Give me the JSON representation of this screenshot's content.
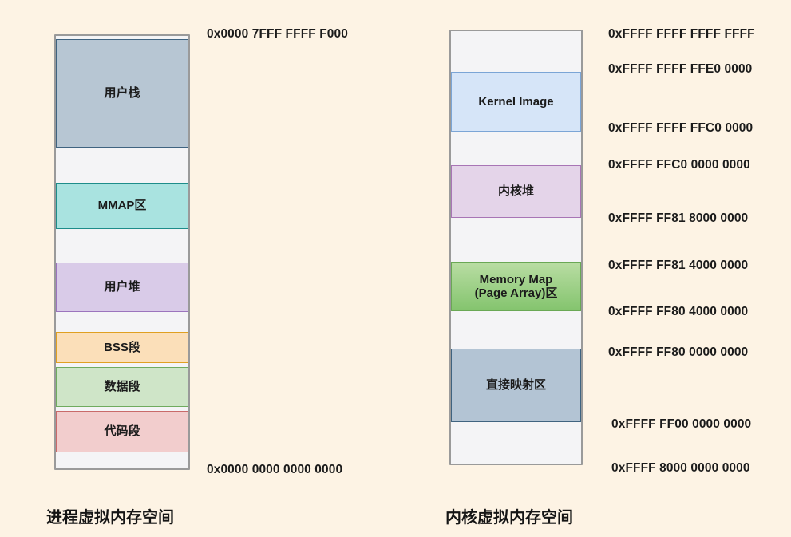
{
  "background_color": "#fdf3e4",
  "diagram": {
    "title_left": "进程虚拟内存空间",
    "title_right": "内核虚拟内存空间"
  },
  "process_space": {
    "caption": "进程虚拟内存空间",
    "top_address": "0x0000 7FFF FFFF F000",
    "bottom_address": "0x0000 0000 0000 0000",
    "regions": [
      {
        "label": "用户栈",
        "color": "#b7c6d3",
        "border": "#3f6380"
      },
      {
        "label": "",
        "color": "#f4f4f6",
        "border": "none"
      },
      {
        "label": "MMAP区",
        "color": "#a9e3e0",
        "border": "#1d8d8a"
      },
      {
        "label": "",
        "color": "#f4f4f6",
        "border": "none"
      },
      {
        "label": "用户堆",
        "color": "#d9cbe8",
        "border": "#9b74bd"
      },
      {
        "label": "BSS段",
        "color": "#fbdfb9",
        "border": "#e0a021"
      },
      {
        "label": "数据段",
        "color": "#cfe5c8",
        "border": "#6fab5f"
      },
      {
        "label": "代码段",
        "color": "#f2cdcd",
        "border": "#c96a6a"
      },
      {
        "label": "",
        "color": "#f4f4f6",
        "border": "none"
      }
    ]
  },
  "kernel_space": {
    "caption": "内核虚拟内存空间",
    "regions": [
      {
        "label": "",
        "color": "#f4f4f6",
        "border": "none"
      },
      {
        "label": "Kernel Image",
        "color": "#d6e5f8",
        "border": "#7ba5d6"
      },
      {
        "label": "",
        "color": "#f4f4f6",
        "border": "none"
      },
      {
        "label": "内核堆",
        "color": "#e4d4e9",
        "border": "#a875b5"
      },
      {
        "label": "",
        "color": "#f4f4f6",
        "border": "none"
      },
      {
        "label": "Memory Map\n(Page Array)区",
        "color": "#84c46e",
        "border": "#6aa855"
      },
      {
        "label": "",
        "color": "#f4f4f6",
        "border": "none"
      },
      {
        "label": "直接映射区",
        "color": "#b3c4d4",
        "border": "#3f6380"
      },
      {
        "label": "",
        "color": "#f4f4f6",
        "border": "none"
      }
    ],
    "addresses": [
      "0xFFFF FFFF FFFF FFFF",
      "0xFFFF FFFF FFE0 0000",
      "0xFFFF FFFF FFC0 0000",
      "0xFFFF FFC0 0000 0000",
      "0xFFFF FF81 8000 0000",
      "0xFFFF FF81 4000 0000",
      "0xFFFF FF80 4000 0000",
      "0xFFFF FF80 0000 0000",
      "0xFFFF FF00 0000 0000",
      "0xFFFF 8000 0000 0000"
    ]
  }
}
